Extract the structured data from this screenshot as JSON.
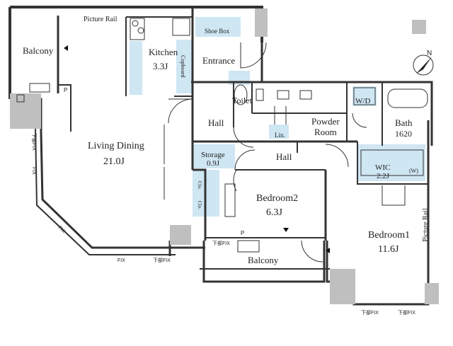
{
  "rooms": {
    "balcony_nw": "Balcony",
    "kitchen": "Kitchen",
    "kitchen_size": "3.3J",
    "entrance": "Entrance",
    "shoe_box": "Shoe Box",
    "cupboard": "Cupboard",
    "picture_rail_top": "Picture Rail",
    "toilet": "Toilet",
    "hall_1": "Hall",
    "living_dining": "Living Dining",
    "living_dining_size": "21.0J",
    "powder_room_1": "Powder",
    "powder_room_2": "Room",
    "lin": "Lin.",
    "wd": "W/D",
    "bath": "Bath",
    "bath_size": "1620",
    "storage": "Storage",
    "storage_size": "0.9J",
    "hall_2": "Hall",
    "wic": "WIC",
    "wic_size": "2.2J",
    "wic_w": "(W)",
    "bedroom2": "Bedroom2",
    "bedroom2_size": "6.3J",
    "bedroom1": "Bedroom1",
    "bedroom1_size": "11.6J",
    "picture_rail_right": "Picture Rail",
    "balcony_s": "Balcony",
    "clo_1": "Clo.",
    "clo_2": "Clo."
  },
  "marks": {
    "fix_left_1": "下部FIX",
    "fix_left_2": "FIX",
    "fix_diag": "FIX",
    "fix_bottom": "FIX",
    "fix_bottom_lower": "下部FIX",
    "fix_balcony": "下部FIX",
    "fix_br_1": "下部FIX",
    "fix_br_2": "下部FIX",
    "p": "P",
    "p2": "P",
    "compass_n": "N"
  }
}
